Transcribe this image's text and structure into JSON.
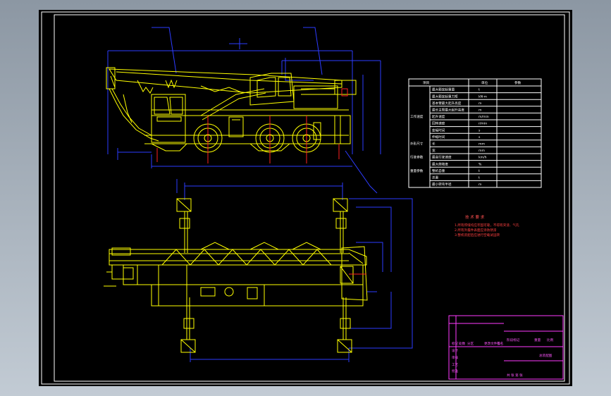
{
  "params_table": {
    "headers": [
      "项目",
      "单位",
      "参数"
    ],
    "rows": [
      {
        "group": "",
        "name": "最大额定起重量",
        "unit": "t"
      },
      {
        "group": "",
        "name": "最大额定起重力矩",
        "unit": "kN·m"
      },
      {
        "group": "",
        "name": "基本臂最大起升高度",
        "unit": "m"
      },
      {
        "group": "",
        "name": "最长主臂最大起升高度",
        "unit": "m"
      },
      {
        "group": "工作速度",
        "name": "起升速度",
        "unit": "m/min"
      },
      {
        "group": "",
        "name": "回转速度",
        "unit": "r/min"
      },
      {
        "group": "",
        "name": "变幅时间",
        "unit": "s"
      },
      {
        "group": "",
        "name": "伸缩时间",
        "unit": "s"
      },
      {
        "group": "外形尺寸",
        "name": "长",
        "unit": "mm"
      },
      {
        "group": "",
        "name": "宽",
        "unit": "mm"
      },
      {
        "group": "行驶参数",
        "name": "最高行驶速度",
        "unit": "km/h"
      },
      {
        "group": "",
        "name": "最大爬坡度",
        "unit": "%"
      },
      {
        "group": "重量参数",
        "name": "整机自重",
        "unit": "t"
      },
      {
        "group": "",
        "name": "总重",
        "unit": "t"
      },
      {
        "group": "",
        "name": "最小转弯半径",
        "unit": "m"
      }
    ]
  },
  "tech_req": {
    "title": "技 术 要 求",
    "items": [
      "1.所有焊缝均应牢固可靠，不得有夹渣、气孔",
      "2.所有外露件表面应涂防锈漆",
      "3.整机装配后应进行空载试运转"
    ]
  },
  "title_block": {
    "fields": [
      "标记",
      "处数",
      "分区",
      "更改文件号",
      "签名",
      "年月日"
    ],
    "roles": [
      "设计",
      "审核",
      "工艺",
      "批准"
    ],
    "meta_labels": [
      "阶段标记",
      "重量",
      "比例"
    ],
    "sheet_label": "共 张 第 张",
    "drawing_name": "总装配图"
  },
  "colors": {
    "sheet": "#000000",
    "outline": "#ffffff",
    "machine": "#ffff00",
    "dimension": "#2d3cff",
    "centerline": "#ff2020",
    "titleblock": "#ff3aff"
  }
}
